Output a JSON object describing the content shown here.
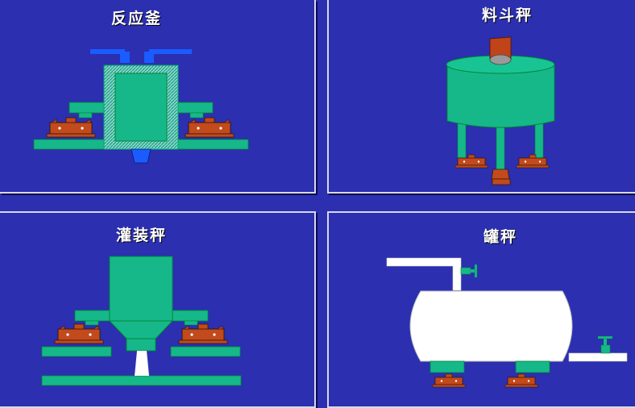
{
  "panels": {
    "reactor": {
      "title": "反应釜"
    },
    "hopper": {
      "title": "料斗秤"
    },
    "filling": {
      "title": "灌装秤"
    },
    "tank": {
      "title": "罐秤"
    }
  },
  "colors": {
    "background": "#2b2fb0",
    "vessel": "#16b88a",
    "load_cell": "#c24a1c",
    "pipe_blue": "#1a5cff",
    "tank_white": "#ffffff",
    "hopper_top": "#c0441a"
  },
  "icons": [
    "load-cell-icon",
    "valve-icon",
    "pipe-icon"
  ]
}
